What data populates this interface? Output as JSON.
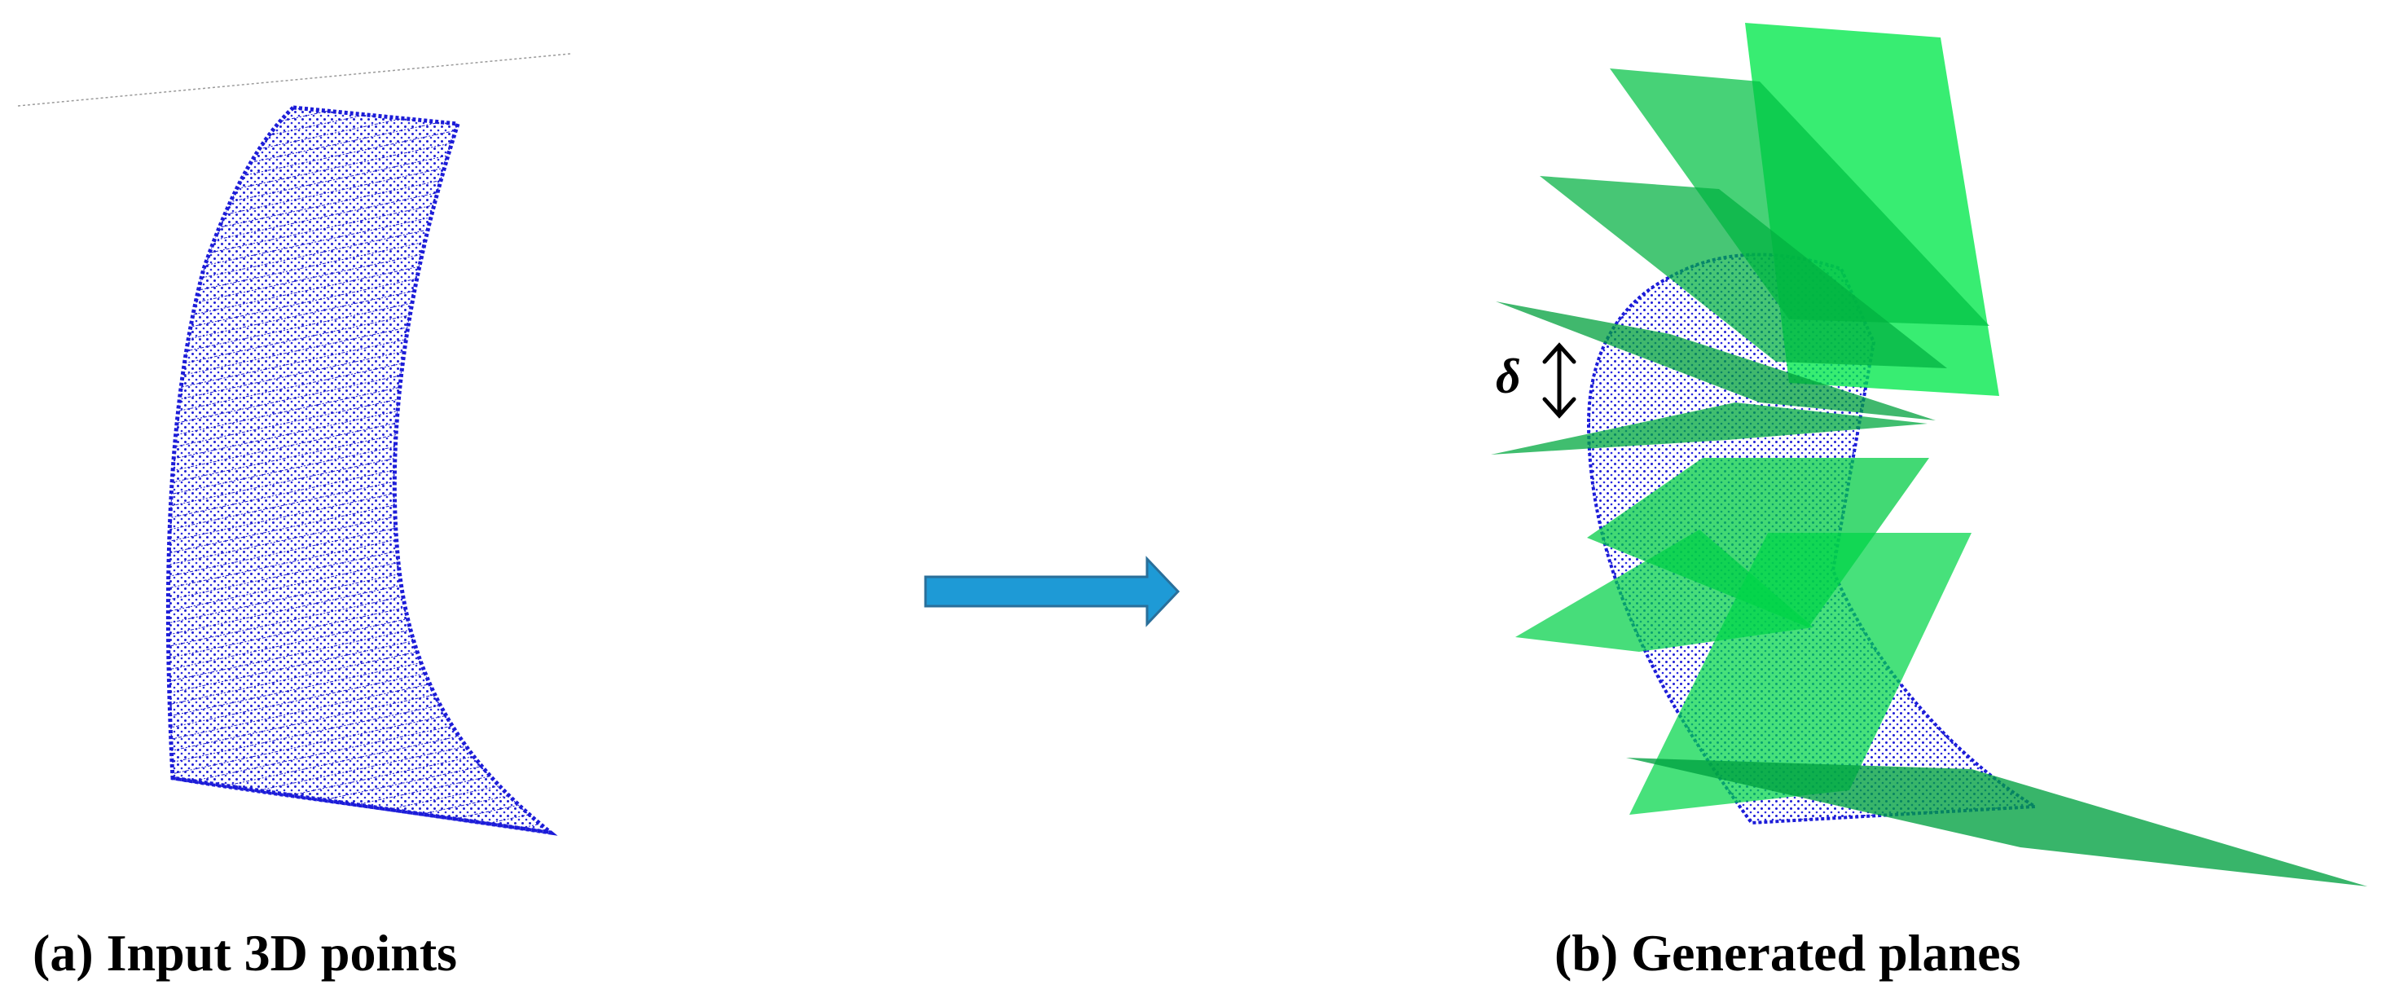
{
  "panels": {
    "input": {
      "caption": "(a) Input 3D points"
    },
    "output": {
      "caption": "(b) Generated planes"
    }
  },
  "annotation": {
    "symbol": "δ"
  },
  "colors": {
    "points": "#1f1fd6",
    "planes": "#00cc44",
    "arrow_fill": "#1e9ad6",
    "arrow_stroke": "#2a6f9a",
    "text": "#000000"
  }
}
